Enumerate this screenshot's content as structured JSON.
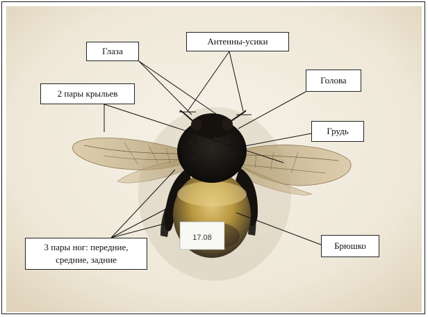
{
  "labels": {
    "eyes": "Глаза",
    "antennae": "Антенны-усики",
    "head": "Голова",
    "wings": "2 пары крыльев",
    "thorax": "Грудь",
    "legs_line1": "3 пары ног: передние,",
    "legs_line2": "средние, задние",
    "abdomen": "Брюшко"
  },
  "specimen_tag": "17.08",
  "colors": {
    "background": "#f2ede2",
    "body_dark": "#151310",
    "fur_yellow": "#c9a64a",
    "wing": "#d9c6a0",
    "line": "#111111"
  }
}
